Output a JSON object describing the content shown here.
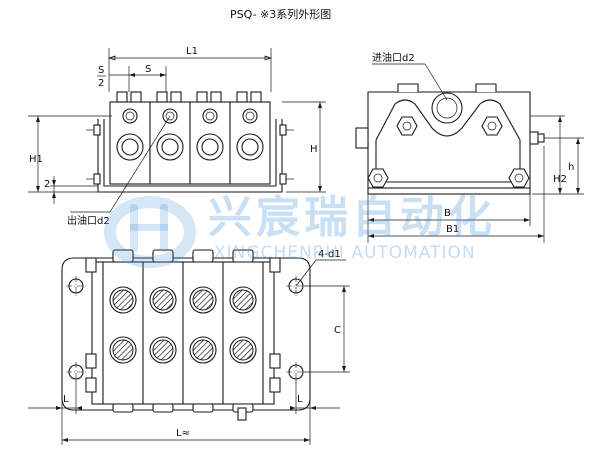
{
  "title": "PSQ- ※3系列外形图",
  "labels": {
    "L1": "L1",
    "S": "S",
    "S_half_num": "S",
    "S_half_den": "2",
    "H": "H",
    "H1": "H1",
    "two": "2",
    "outlet": "出油口d2",
    "inlet": "进油口d2",
    "h": "h",
    "H2": "H2",
    "B": "B",
    "B1": "B1",
    "holes": "4-d1",
    "C": "C",
    "L_left": "L",
    "L_right": "L",
    "L_approx": "L≈"
  },
  "watermark": {
    "company_cn": "兴宸瑞自动化",
    "company_en": "XINGCHENRUI AUTOMATION",
    "color": "#3f8fd8"
  },
  "colors": {
    "line": "#1a1a1a",
    "background": "#ffffff"
  }
}
